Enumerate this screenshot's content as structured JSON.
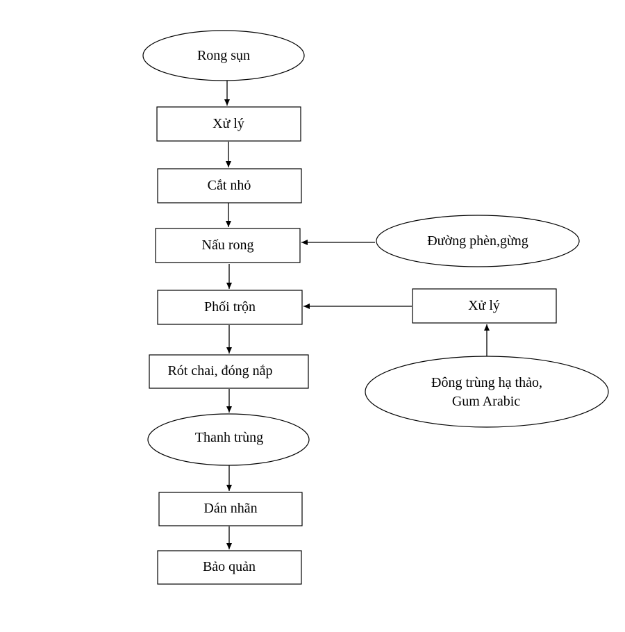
{
  "diagram": {
    "nodes": {
      "rong_sun": "Rong sụn",
      "xu_ly_1": "Xử lý",
      "cat_nho": "Cắt nhỏ",
      "nau_rong": "Nấu rong",
      "duong_phen_gung": "Đường phèn,gừng",
      "phoi_tron": "Phối trộn",
      "xu_ly_2": "Xử lý",
      "dong_trung_line1": "Đông trùng hạ thảo,",
      "dong_trung_line2": "Gum Arabic",
      "rot_chai": "Rót chai, đóng nắp",
      "thanh_trung": "Thanh trùng",
      "dan_nhan": "Dán nhãn",
      "bao_quan": "Bảo quản"
    }
  }
}
